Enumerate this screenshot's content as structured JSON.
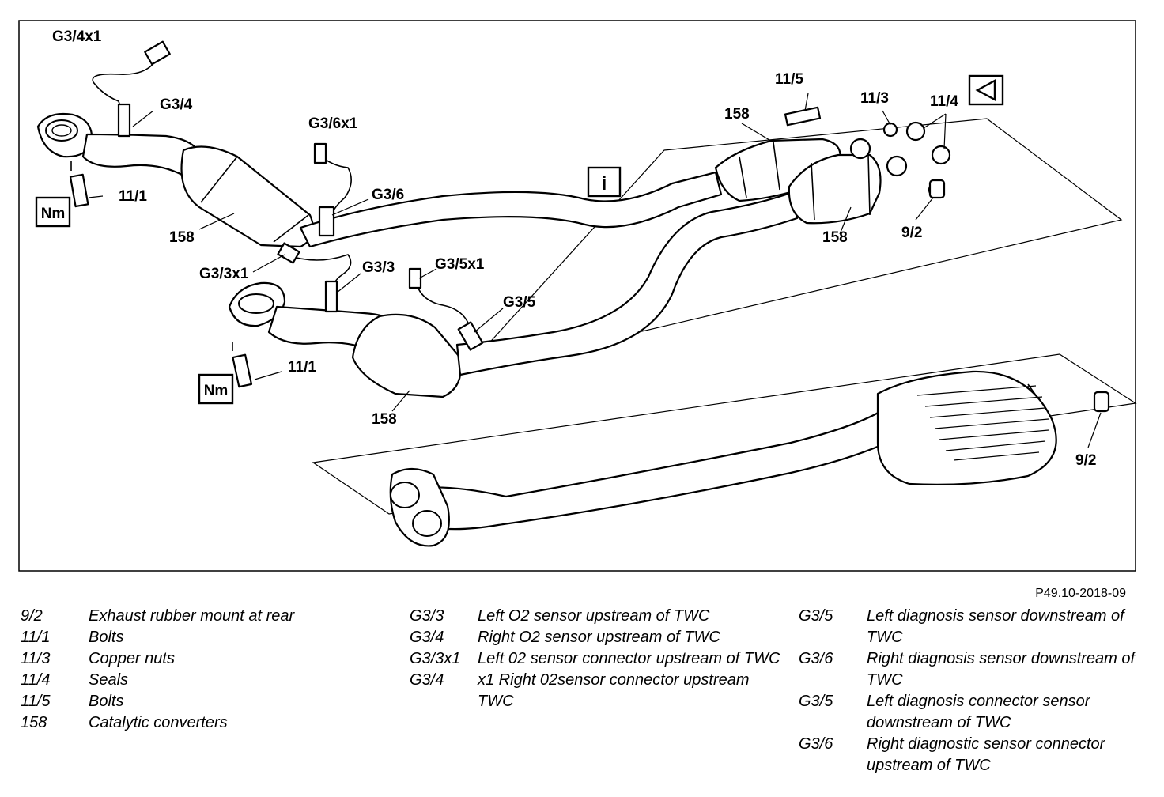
{
  "diagram": {
    "callouts": {
      "g34x1": "G3/4x1",
      "g34": "G3/4",
      "g36x1": "G3/6x1",
      "g36": "G3/6",
      "g33x1": "G3/3x1",
      "g33": "G3/3",
      "g35x1": "G3/5x1",
      "g35": "G3/5",
      "c158_left_top": "158",
      "c158_left_bottom": "158",
      "c158_right_top": "158",
      "c158_right_bottom": "158",
      "bolt_111_top": "11/1",
      "bolt_111_bottom": "11/1",
      "bolt_115": "11/5",
      "nut_113": "11/3",
      "seal_114": "11/4",
      "mount_92_top": "9/2",
      "mount_92_bottom": "9/2"
    },
    "badges": {
      "nm_top": "Nm",
      "nm_bottom": "Nm",
      "info": "i",
      "arrow_icon": "triangle-left-icon"
    }
  },
  "figure_ref": "P49.10-2018-09",
  "legend": {
    "column1": [
      {
        "key": "9/2",
        "value": "Exhaust rubber mount at rear"
      },
      {
        "key": "11/1",
        "value": "Bolts"
      },
      {
        "key": "11/3",
        "value": "Copper nuts"
      },
      {
        "key": "11/4",
        "value": "Seals"
      },
      {
        "key": "11/5",
        "value": "Bolts"
      },
      {
        "key": "158",
        "value": "Catalytic converters"
      }
    ],
    "column2": [
      {
        "key": "G3/3",
        "value": "Left O2 sensor upstream of TWC"
      },
      {
        "key": "G3/4",
        "value": "Right O2 sensor upstream of TWC"
      },
      {
        "key": "G3/3x1",
        "value": "Left 02 sensor connector upstream of TWC"
      },
      {
        "key": "G3/4",
        "value": "x1 Right 02sensor connector upstream TWC"
      }
    ],
    "column3": [
      {
        "key": "G3/5",
        "value": "Left diagnosis sensor downstream of TWC"
      },
      {
        "key": "G3/6",
        "value": "Right diagnosis sensor downstream of TWC"
      },
      {
        "key": "G3/5",
        "value": "Left diagnosis connector sensor downstream of TWC"
      },
      {
        "key": "G3/6",
        "value": "Right diagnostic sensor connector upstream of TWC"
      }
    ]
  }
}
